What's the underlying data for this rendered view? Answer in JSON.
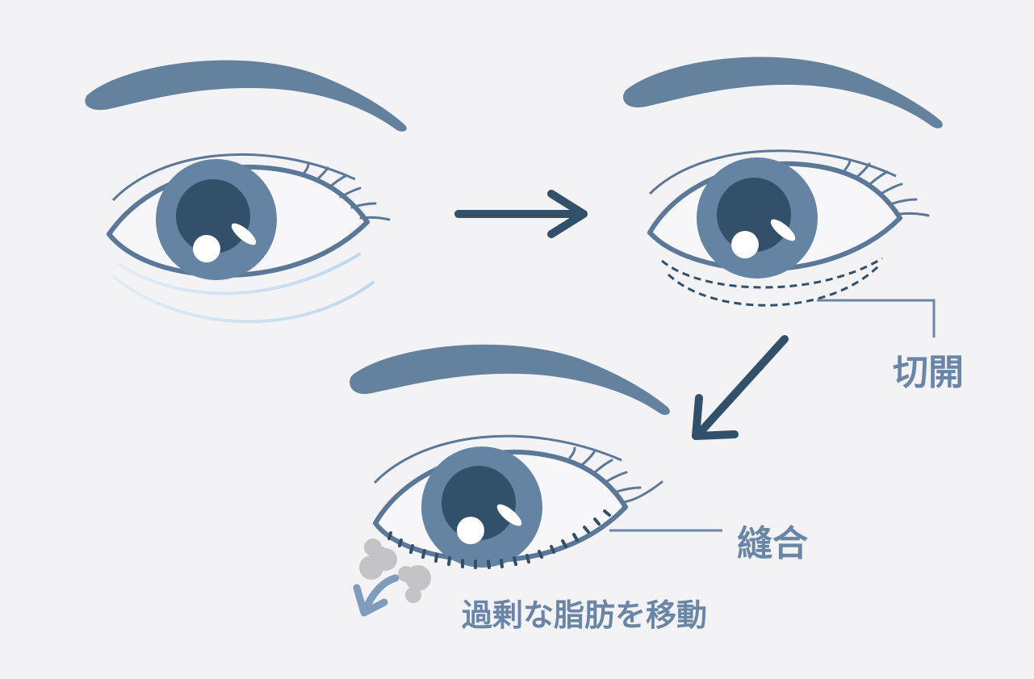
{
  "labels": {
    "incision": "切開",
    "suture": "縫合",
    "fat_move": "過剰な脂肪を移動"
  },
  "colors": {
    "background": "#f3f3f6",
    "brow": "#64819e",
    "outline": "#5b7898",
    "iris": "#6583a3",
    "pupil": "#33506a",
    "arrow": "#33506a",
    "label": "#6a86a6",
    "fat": "#c4c4c6",
    "fat_arrow": "#7f9cbd",
    "bag_lines": "#cde1f0"
  },
  "icons": {
    "step_arrow": "arrow-right-icon",
    "down_arrow": "arrow-down-left-icon",
    "fat_arrow": "curved-arrow-icon"
  }
}
